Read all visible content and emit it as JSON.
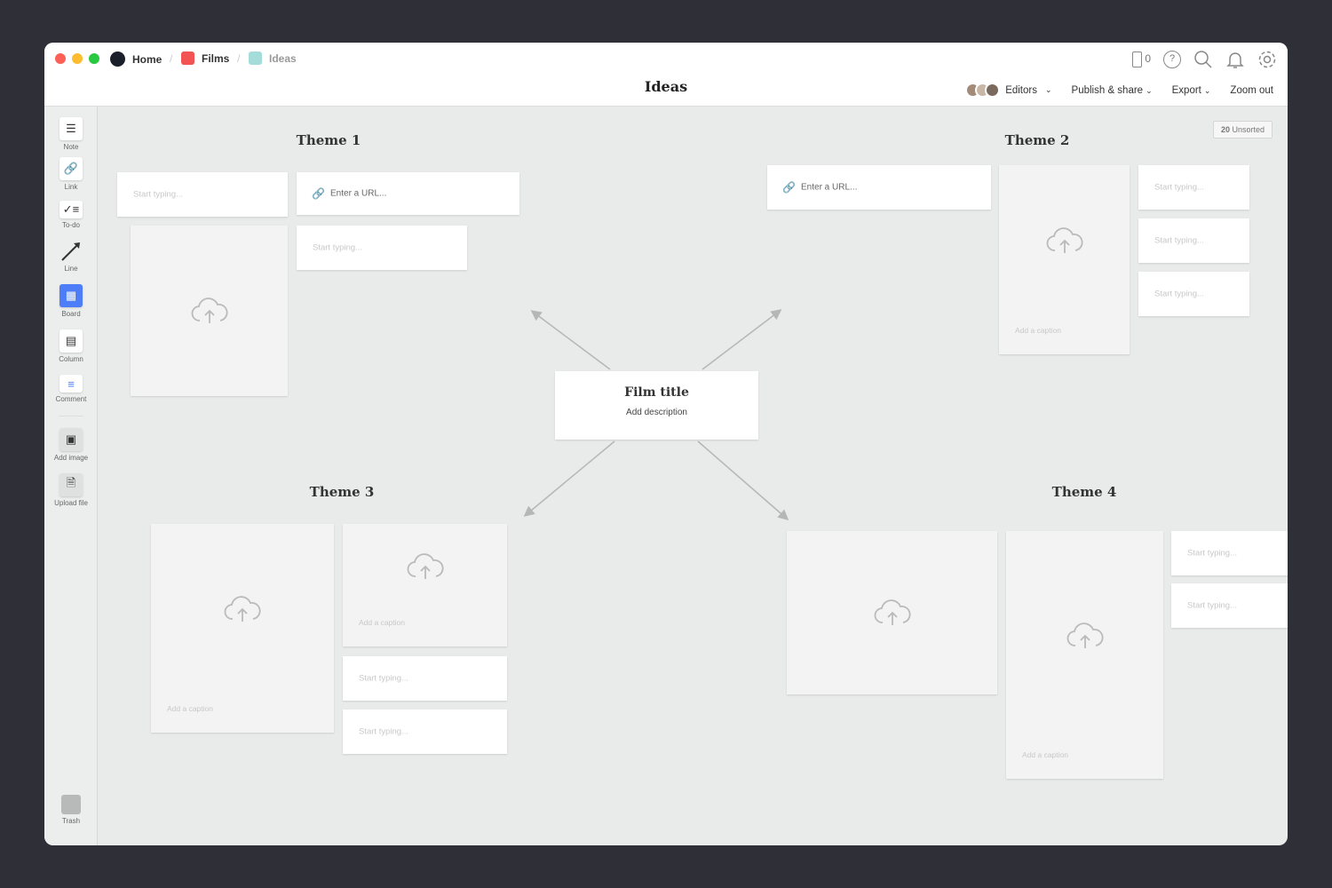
{
  "window": {
    "traffic_colors": [
      "#fe5f57",
      "#febc2e",
      "#28c840"
    ]
  },
  "breadcrumb": [
    {
      "label": "Home",
      "color": "#1b1f2b"
    },
    {
      "label": "Films",
      "color": "#f25353"
    },
    {
      "label": "Ideas",
      "color": "#a4dcd9"
    }
  ],
  "header": {
    "title": "Ideas",
    "device_count": "0",
    "editors": "Editors",
    "publish": "Publish & share",
    "export": "Export",
    "zoom_out": "Zoom out"
  },
  "sidebar": {
    "tools": [
      "Note",
      "Link",
      "To-do",
      "Line",
      "Board",
      "Column",
      "Comment",
      "Add image",
      "Upload file"
    ],
    "trash": "Trash",
    "accent": "#4d7ef7"
  },
  "canvas": {
    "unsorted_count": "20",
    "unsorted_label": "Unsorted",
    "center": {
      "title": "Film title",
      "description": "Add description"
    },
    "themes": [
      "Theme 1",
      "Theme 2",
      "Theme 3",
      "Theme 4"
    ],
    "note_placeholder": "Start typing...",
    "url_placeholder": "Enter a URL...",
    "caption_placeholder": "Add a caption"
  }
}
